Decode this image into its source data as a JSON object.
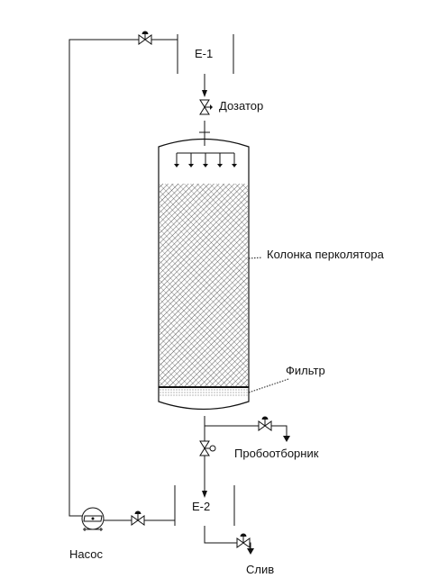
{
  "labels": {
    "tank_top": "Е-1",
    "doser": "Дозатор",
    "column": "Колонка перколятора",
    "filter": "Фильтр",
    "sampler": "Пробоотборник",
    "tank_bottom": "Е-2",
    "pump": "Насос",
    "drain": "Слив"
  }
}
